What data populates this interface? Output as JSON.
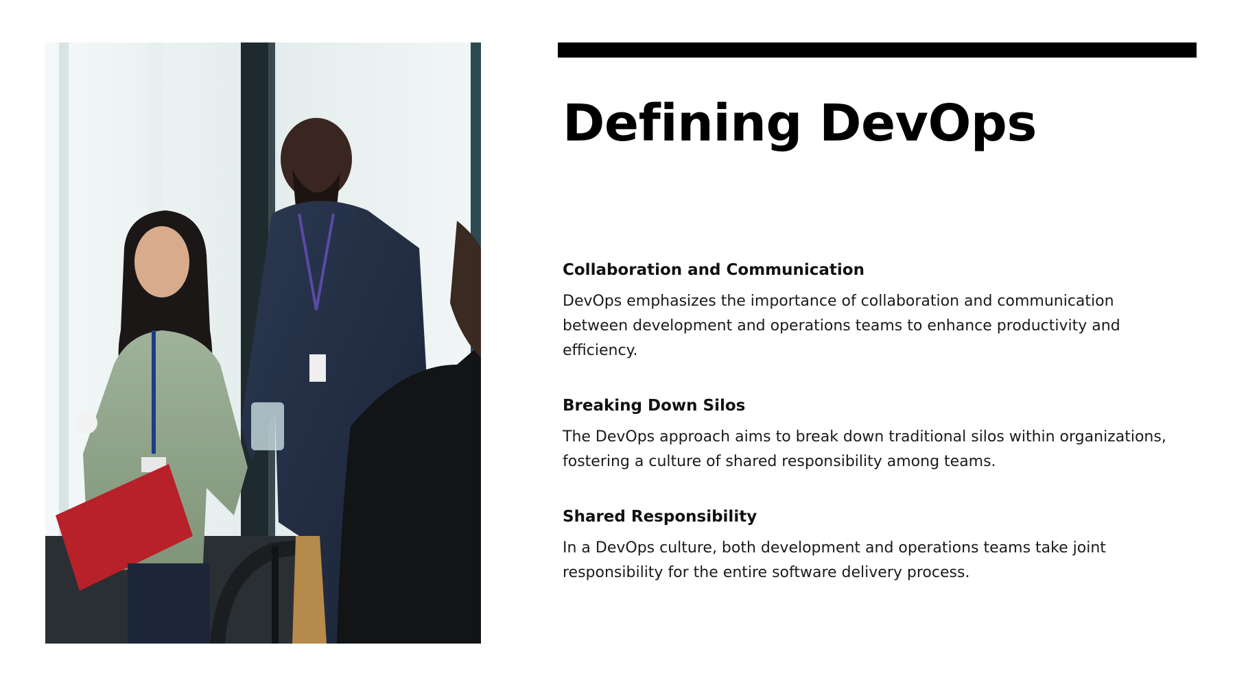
{
  "slide": {
    "title": "Defining DevOps",
    "photo_icon": "people-networking-photo",
    "accent_bar_color": "#000000",
    "sections": [
      {
        "heading": "Collaboration and Communication",
        "body": "DevOps emphasizes the importance of collaboration and communication between development and operations teams to enhance productivity and efficiency."
      },
      {
        "heading": "Breaking Down Silos",
        "body": "The DevOps approach aims to break down traditional silos within organizations, fostering a culture of shared responsibility among teams."
      },
      {
        "heading": "Shared Responsibility",
        "body": "In a DevOps culture, both development and operations teams take joint responsibility for the entire software delivery process."
      }
    ]
  }
}
